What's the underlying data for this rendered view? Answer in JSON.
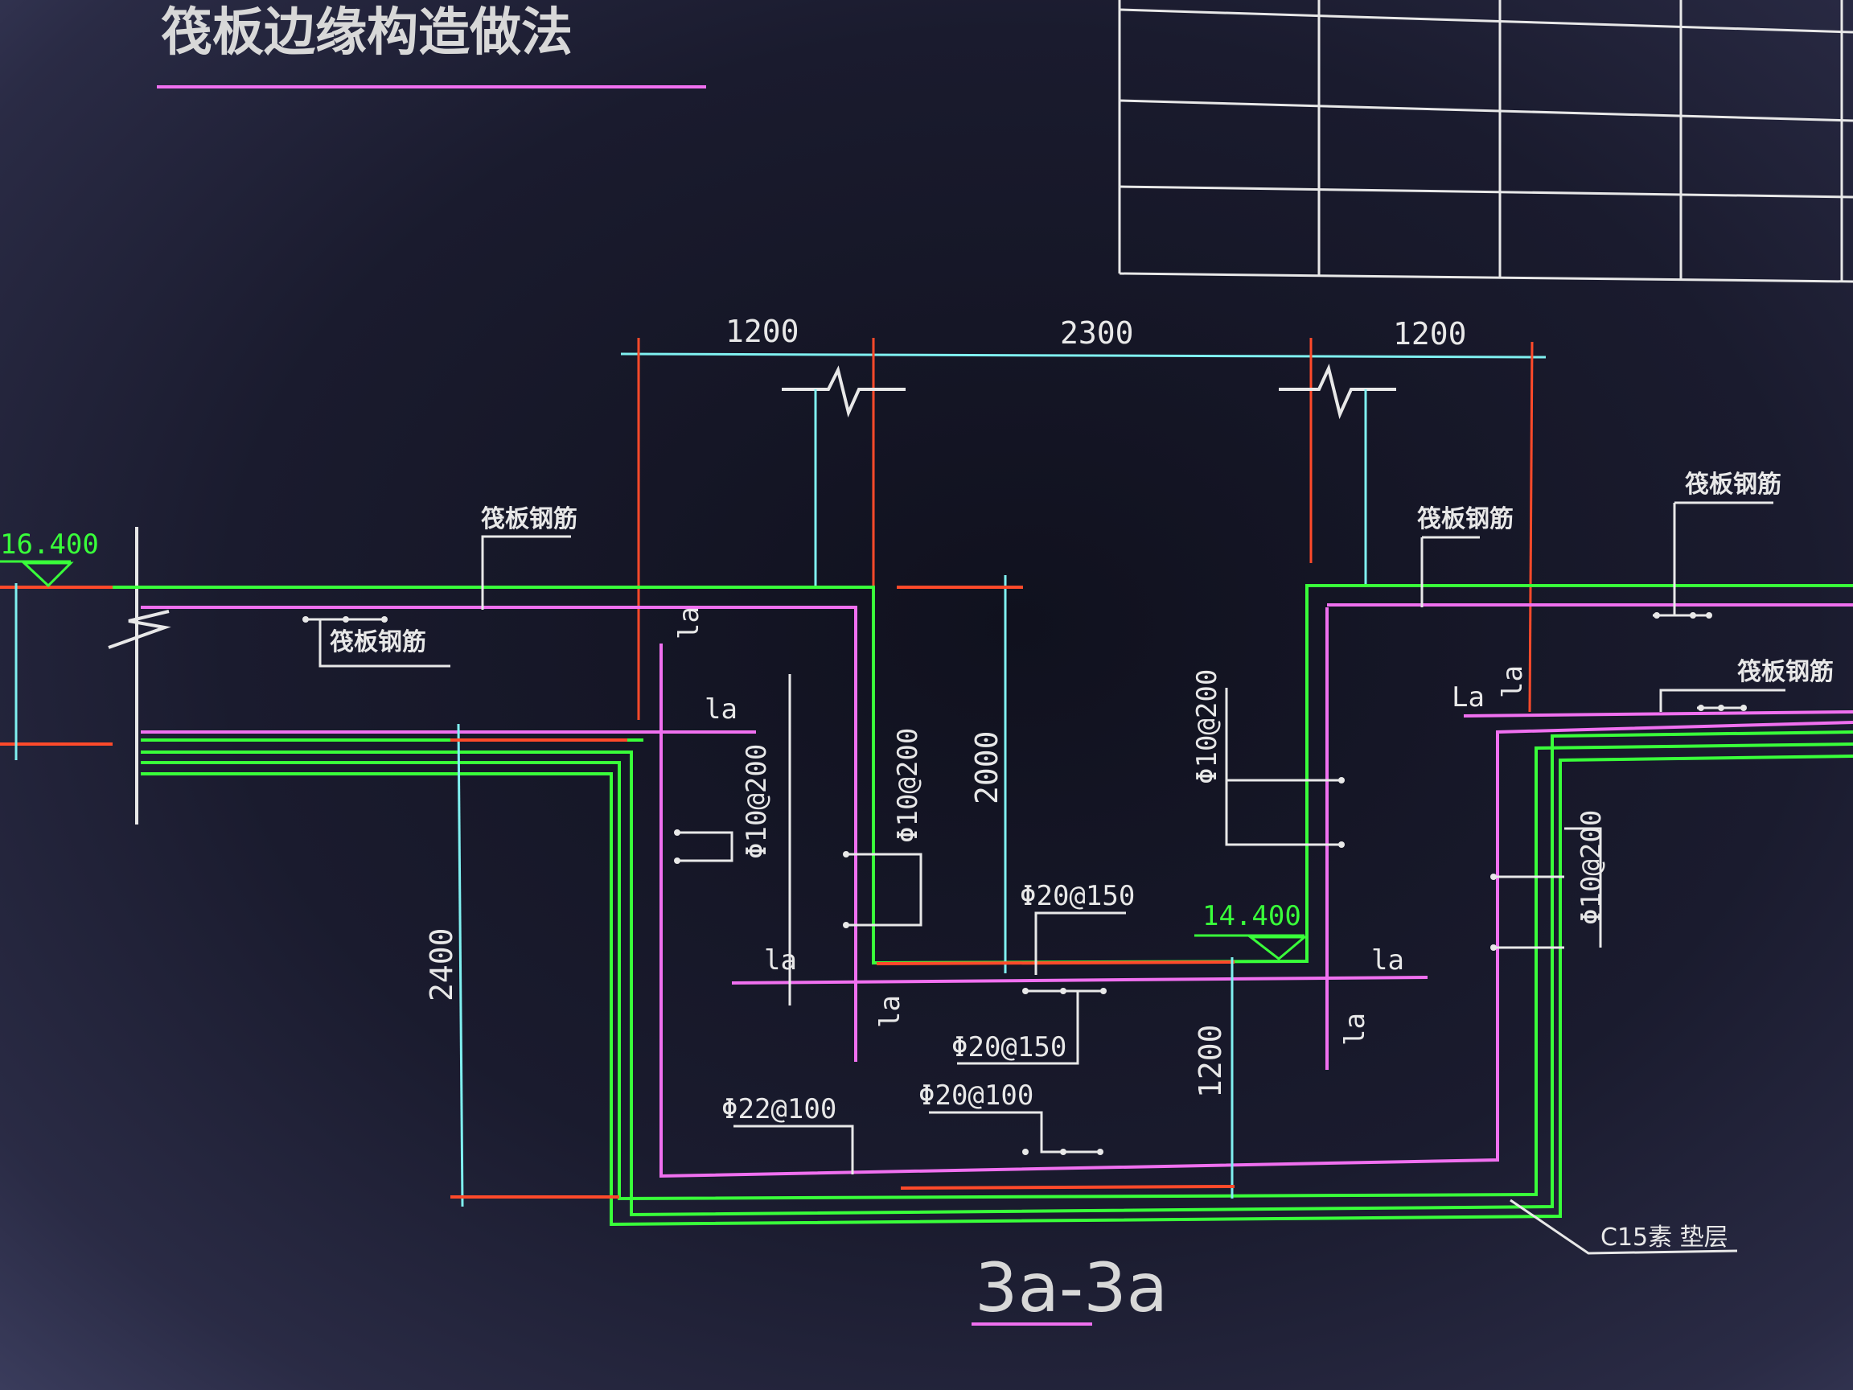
{
  "drawing": {
    "title": "筏板边缘构造做法",
    "section_label": "3a-3a",
    "colors": {
      "background": "#15162a",
      "white": "#e8e8e8",
      "green": "#39ff3a",
      "magenta": "#f070f0",
      "cyan": "#7ff0f0",
      "red": "#ff4a2a"
    }
  },
  "dimensions": {
    "top_left": "1200",
    "top_mid": "2300",
    "top_right": "1200",
    "pit_depth": "2000",
    "slab_depth": "2400",
    "bottom_depth": "1200"
  },
  "elevations": {
    "left": "16.400",
    "pit_bottom": "14.400"
  },
  "labels": {
    "raft_rebar": "筏板钢筋",
    "rebar_10_200": "Φ10@200",
    "rebar_20_150": "Φ20@150",
    "rebar_22_100": "Φ22@100",
    "rebar_20_100": "Φ20@100",
    "anchor_la": "la",
    "anchor_La": "La",
    "cushion": "C15素 垫层"
  }
}
